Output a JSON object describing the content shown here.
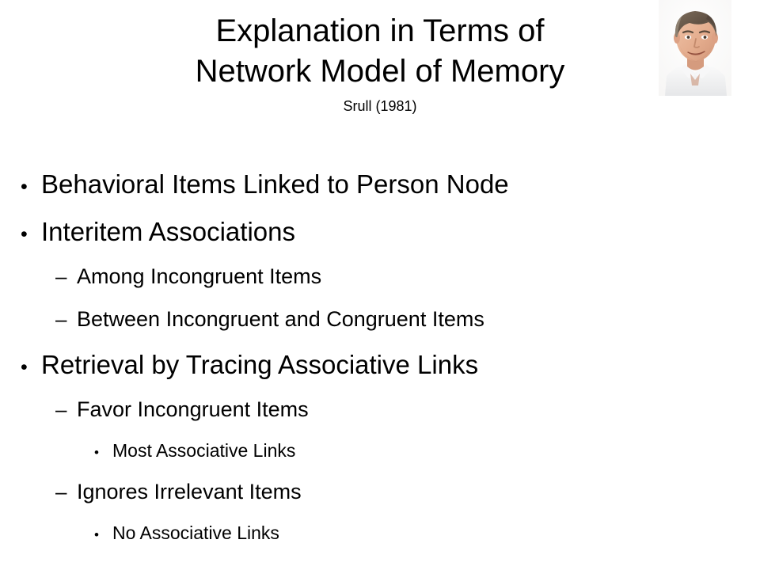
{
  "slide": {
    "background_color": "#ffffff",
    "text_color": "#000000",
    "title": {
      "line1": "Explanation in Terms of",
      "line2": "Network Model of Memory",
      "citation": "Srull (1981)"
    },
    "photo": {
      "alt": "speaker-headshot",
      "description": "Smiling middle-aged man with short graying brown hair wearing a white open-collar shirt on a white background",
      "colors": {
        "hair": "#6b5a4a",
        "skin": "#e8b79a",
        "shirt": "#f2f2f2",
        "background": "#fdfdfd"
      }
    },
    "bullets": [
      {
        "level": 1,
        "marker": "•",
        "marker_name": "disc-bullet",
        "text": "Behavioral Items Linked to Person Node"
      },
      {
        "level": 1,
        "marker": "•",
        "marker_name": "disc-bullet",
        "text": "Interitem Associations"
      },
      {
        "level": 2,
        "marker": "–",
        "marker_name": "en-dash-bullet",
        "text": "Among Incongruent Items"
      },
      {
        "level": 2,
        "marker": "–",
        "marker_name": "en-dash-bullet",
        "text": "Between Incongruent and Congruent Items"
      },
      {
        "level": 1,
        "marker": "•",
        "marker_name": "disc-bullet",
        "text": "Retrieval by Tracing Associative Links"
      },
      {
        "level": 2,
        "marker": "–",
        "marker_name": "en-dash-bullet",
        "text": "Favor Incongruent Items"
      },
      {
        "level": 3,
        "marker": "•",
        "marker_name": "small-disc-bullet",
        "text": "Most Associative Links"
      },
      {
        "level": 2,
        "marker": "–",
        "marker_name": "en-dash-bullet",
        "text": "Ignores Irrelevant Items"
      },
      {
        "level": 3,
        "marker": "•",
        "marker_name": "small-disc-bullet",
        "text": "No Associative Links"
      }
    ]
  }
}
